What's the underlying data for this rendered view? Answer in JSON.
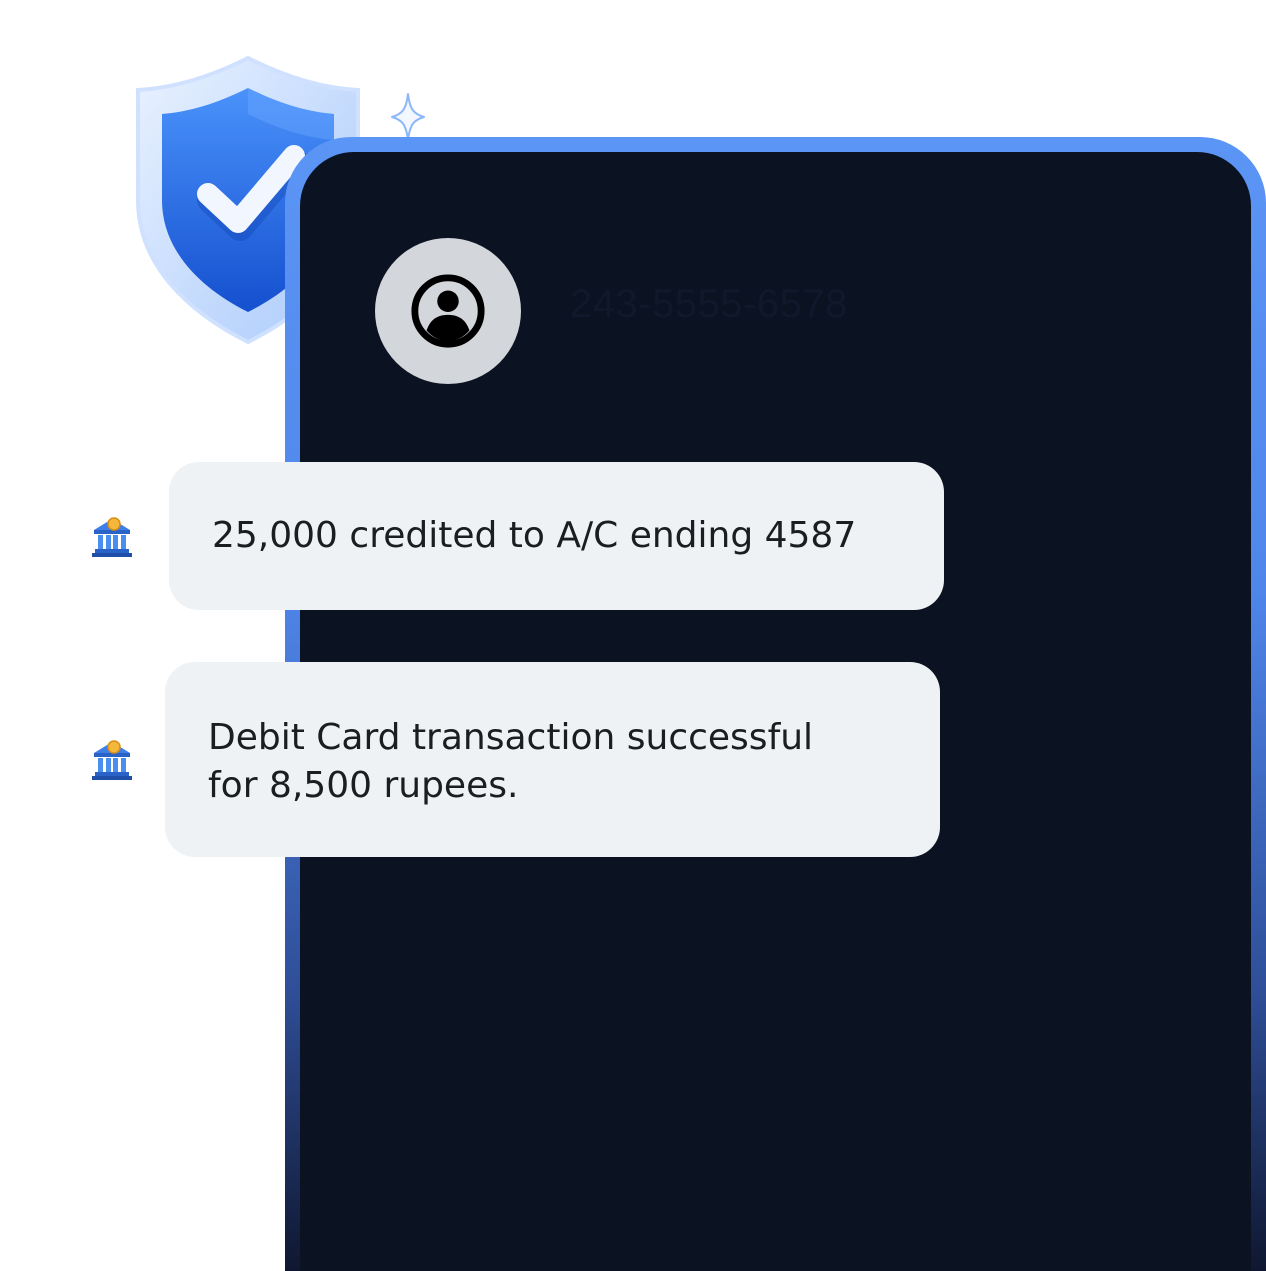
{
  "contact": {
    "phone_number": "243-5555-6578",
    "avatar_icon": "account-circle-icon"
  },
  "messages": [
    {
      "sender_icon": "bank-icon",
      "text": "25,000 credited to A/C ending 4587"
    },
    {
      "sender_icon": "bank-icon",
      "lines": [
        "Debit Card transaction successful",
        "for 8,500 rupees."
      ]
    }
  ],
  "decorations": {
    "badge_icon": "shield-check-icon",
    "sparkle_icon": "sparkle-icon"
  },
  "colors": {
    "frame_accent": "#4f86ea",
    "screen_background": "#0b1222",
    "bubble_background": "#eef2f5",
    "shield_blue": "#2a6fe6"
  }
}
